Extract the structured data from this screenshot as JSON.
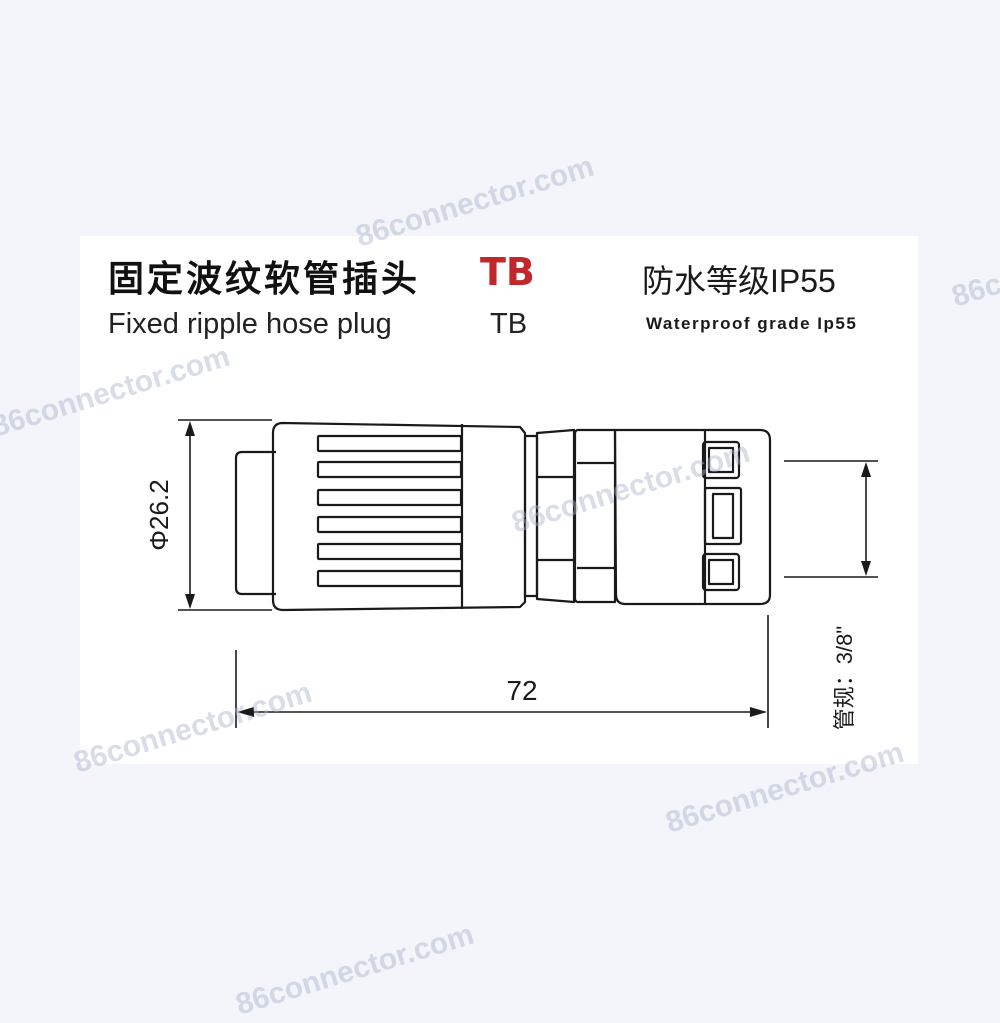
{
  "header": {
    "title_cn": "固定波纹软管插头",
    "product_code": "TB",
    "title_en": "Fixed ripple hose plug",
    "title_en_code": "TB",
    "waterproof_cn": "防水等级IP55",
    "waterproof_en": "Waterproof grade Ip55"
  },
  "dimensions": {
    "diameter": "Φ26.2",
    "length": "72",
    "pipe_spec": "管规：3/8\""
  },
  "watermark": {
    "text": "86connector.com",
    "color": "#aab4cd"
  },
  "colors": {
    "line": "#1a1a1a",
    "accent": "#c0282b"
  }
}
